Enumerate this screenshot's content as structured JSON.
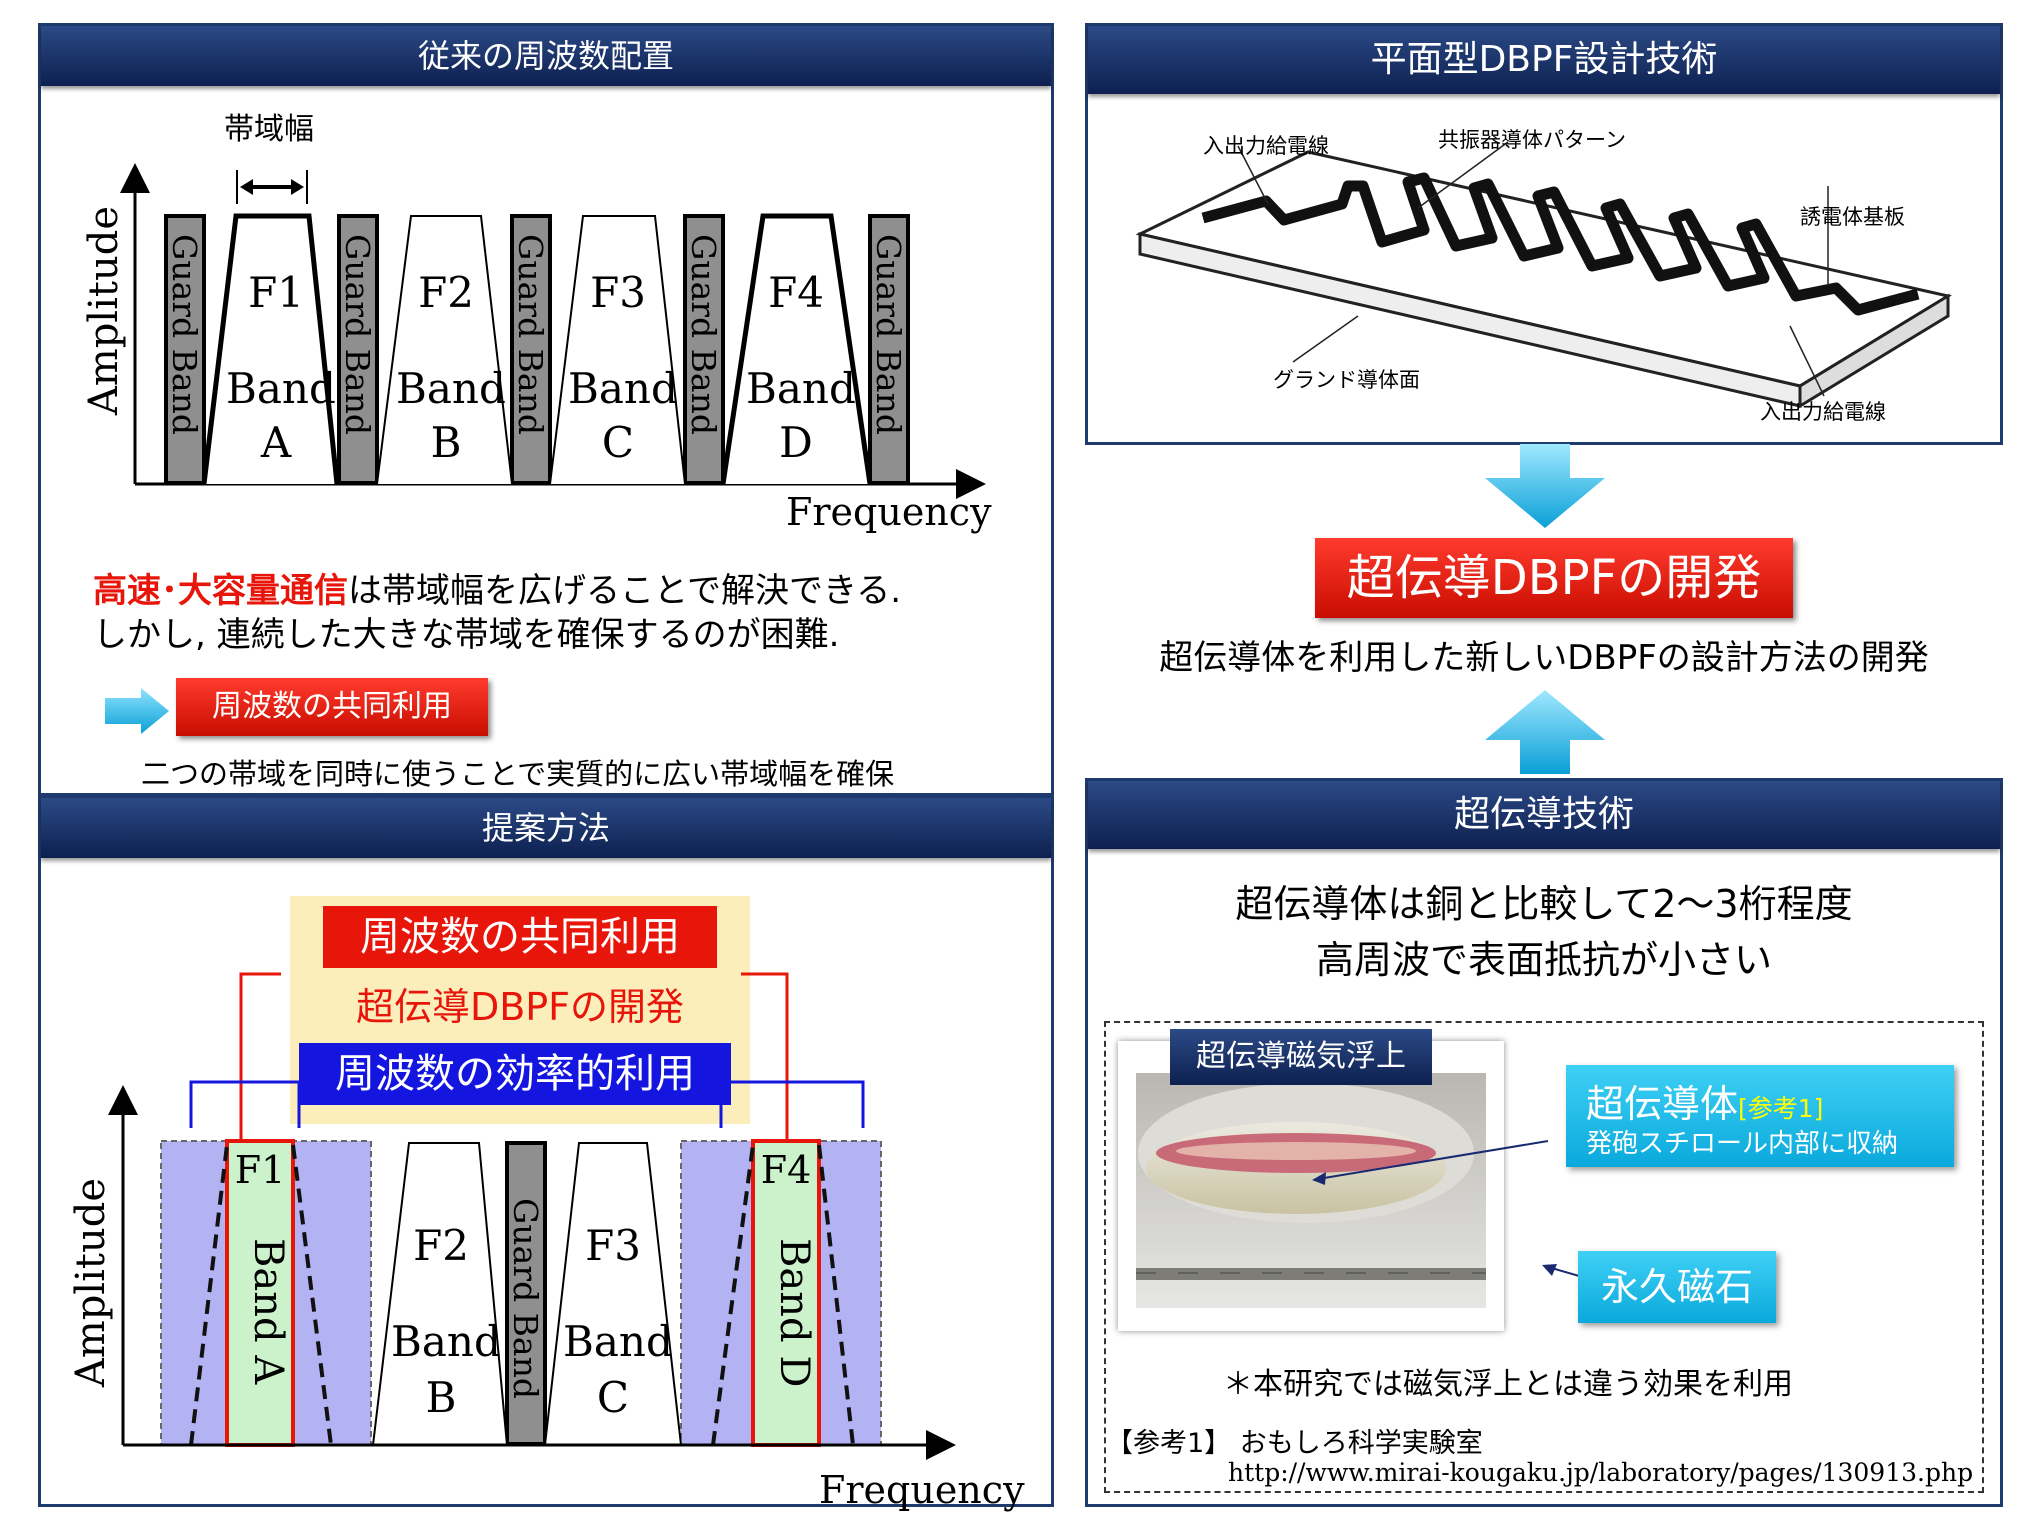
{
  "panel_conventional": {
    "title": "従来の周波数配置",
    "bandwidth_label": "帯域幅",
    "y_axis": "Amplitude",
    "x_axis": "Frequency",
    "guard_band": "Guard Band",
    "bands": [
      {
        "f": "F1",
        "band": "Band",
        "letter": "A"
      },
      {
        "f": "F2",
        "band": "Band",
        "letter": "B"
      },
      {
        "f": "F3",
        "band": "Band",
        "letter": "C"
      },
      {
        "f": "F4",
        "band": "Band",
        "letter": "D"
      }
    ],
    "text_highlight": "高速･大容量通信",
    "text_line1_rest": "は帯域幅を広げることで解決できる.",
    "text_line2": "しかし, 連続した大きな帯域を確保するのが困難.",
    "shared_use_label": "周波数の共同利用",
    "shared_use_note": "二つの帯域を同時に使うことで実質的に広い帯域幅を確保"
  },
  "panel_proposed": {
    "title": "提案方法",
    "label_shared": "周波数の共同利用",
    "label_dbpf": "超伝導DBPFの開発",
    "label_efficient": "周波数の効率的利用",
    "y_axis": "Amplitude",
    "x_axis": "Frequency",
    "guard_band": "Guard Band",
    "f1": "F1",
    "band_a": "Band A",
    "f2": "F2",
    "band_b1": "Band",
    "band_b2": "B",
    "f3": "F3",
    "band_c1": "Band",
    "band_c2": "C",
    "f4": "F4",
    "band_d": "Band D"
  },
  "panel_dbpf": {
    "title": "平面型DBPF設計技術",
    "label_io_top": "入出力給電線",
    "label_resonator": "共振器導体パターン",
    "label_substrate": "誘電体基板",
    "label_ground": "グランド導体面",
    "label_io_bottom": "入出力給電線"
  },
  "center": {
    "dev_label": "超伝導DBPFの開発",
    "dev_subtitle": "超伝導体を利用した新しいDBPFの設計方法の開発"
  },
  "panel_sc": {
    "title": "超伝導技術",
    "line1": "超伝導体は銅と比較して2～3桁程度",
    "line2": "高周波で表面抵抗が小さい",
    "photo_caption": "超伝導磁気浮上",
    "sc_label": "超伝導体",
    "sc_ref": "[参考1]",
    "sc_note": "発砲スチロール内部に収納",
    "magnet_label": "永久磁石",
    "footnote": "＊本研究では磁気浮上とは違う効果を利用",
    "ref_label": "【参考1】 おもしろ科学実験室",
    "ref_url": "http://www.mirai-kougaku.jp/laboratory/pages/130913.php"
  },
  "colors": {
    "header_dark": "#0d2050",
    "red": "#e8150a",
    "blue": "#1515e0",
    "cyan": "#16b4e4",
    "band_purple": "#b3b3f3",
    "band_green": "#ccf2cc"
  }
}
